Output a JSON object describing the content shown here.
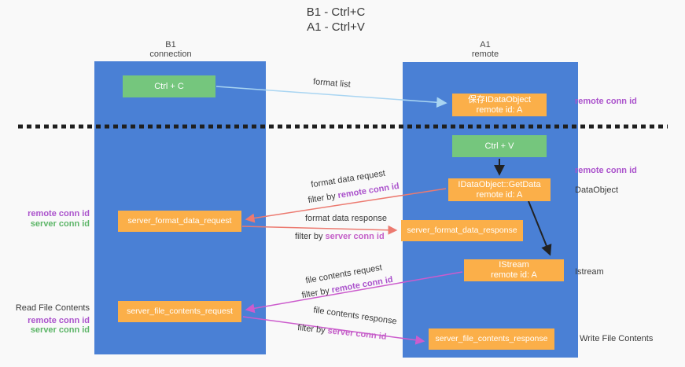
{
  "title": {
    "line1": "B1 - Ctrl+C",
    "line2": "A1 - Ctrl+V"
  },
  "lanes": {
    "left": {
      "title": "B1",
      "subtitle": "connection"
    },
    "right": {
      "title": "A1",
      "subtitle": "remote"
    }
  },
  "nodes": {
    "ctrl_c": {
      "label": "Ctrl + C"
    },
    "save_dataobject": {
      "line1": "保存IDataObject",
      "line2": "remote id: A"
    },
    "ctrl_v": {
      "label": "Ctrl + V"
    },
    "getdata": {
      "line1": "IDataObject::GetData",
      "line2": "remote id: A"
    },
    "format_request": {
      "label": "server_format_data_request"
    },
    "format_response": {
      "label": "server_format_data_response"
    },
    "istream": {
      "line1": "IStream",
      "line2": "remote id: A"
    },
    "file_request": {
      "label": "server_file_contents_request"
    },
    "file_response": {
      "label": "server_file_contents_response"
    }
  },
  "edge_labels": {
    "format_list": "format list",
    "format_data_request": "format data request",
    "format_data_response": "format data response",
    "file_contents_request": "file contents request",
    "file_contents_response": "file contents response",
    "filter_by": "filter by",
    "remote_conn_id": "remote conn id",
    "server_conn_id": "server conn id"
  },
  "annotations": {
    "remote_conn_id": "remote conn id",
    "server_conn_id": "server conn id",
    "dataobject": "DataObject",
    "istream": "Istream",
    "read_file_contents": "Read File Contents",
    "write_file_contents": "Write File Contents"
  },
  "colors": {
    "lane_blue": "#4a80d5",
    "box_green": "#75c67d",
    "box_orange": "#fbaf49",
    "arrow_lightblue": "#a9d5f2",
    "arrow_salmon": "#ec7a70",
    "arrow_magenta": "#cc5ccd",
    "arrow_black": "#222222",
    "remote_conn_purple": "#ab53cc",
    "server_conn_green": "#5cb567",
    "server_conn_orchid": "#c45fc8"
  }
}
